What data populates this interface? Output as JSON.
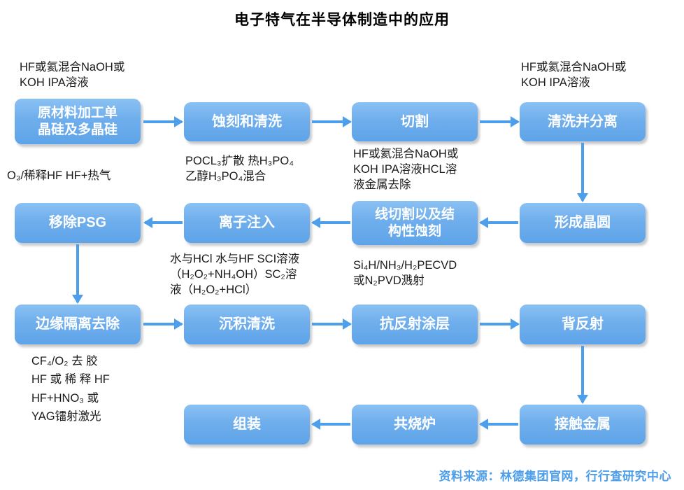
{
  "title": "电子特气在半导体制造中的应用",
  "source": "资料来源：林德集团官网，行行查研究中心",
  "colors": {
    "box_gradient_top": "#8AC1F3",
    "box_gradient_bottom": "#5EA4E9",
    "arrow": "#4D9EEB",
    "annotation_text": "#1A1A1A",
    "source_text": "#4D9EEB",
    "box_text": "#FFFFFF",
    "title_text": "#000000"
  },
  "nodes": {
    "raw_material": "原材料加工单\n晶硅及多晶硅",
    "etch_clean": "蚀刻和清洗",
    "cutting": "切割",
    "clean_separate": "清洗并分离",
    "wafer": "形成晶圆",
    "wire_cut": "线切割以及结\n构性蚀刻",
    "ion_implant": "离子注入",
    "remove_psg": "移除PSG",
    "edge_isolation": "边缘隔离去除",
    "deposition_clean": "沉积清洗",
    "ar_coating": "抗反射涂层",
    "back_reflect": "背反射",
    "contact_metal": "接触金属",
    "cofiring": "共烧炉",
    "assembly": "组装"
  },
  "annotations": {
    "hf_naoh_left": "HF或氦混合NaOH或\nKOH IPA溶液",
    "hf_naoh_right": "HF或氦混合NaOH或\nKOH IPA溶液",
    "o3_hf": "O₃/稀释HF HF+热气",
    "pocl": "POCL₃扩散 热H₃PO₄\n乙醇H₃PO₄混合",
    "hcl_removal": "HF或氦混合NaOH或\nKOH IPA溶液HCL溶\n液金属去除",
    "sc_solutions": "水与HCl 水与HF SCI溶液\n（H₂O₂+NH₄OH）SC₂溶\n液（H₂O₂+HCl）",
    "pecvd": "Si₄H/NH₃/H₂PECVD\n或N₂PVD溅射",
    "cf4": "CF₄/O₂ 去 胶\nHF 或 稀 释 HF\nHF+HNO₃  或\nYAG镭射激光"
  }
}
